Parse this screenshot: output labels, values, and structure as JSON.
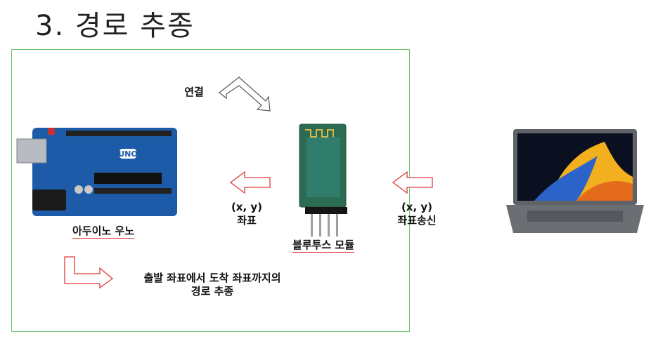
{
  "title": "3. 경로 추종",
  "labels": {
    "connect": "연결",
    "arduino": "아두이노 우노",
    "bluetooth": "블루투스 모듈",
    "coord_left_1": "(x, y)",
    "coord_left_2": "좌표",
    "coord_right_1": "(x, y)",
    "coord_right_2": "좌표송신",
    "path_1": "출발 좌표에서 도착 좌표까지의",
    "path_2": "경로 추종",
    "uno_logo": "UNO"
  },
  "colors": {
    "frame": "#6cc56c",
    "arrow_red": "#e23a3a",
    "board_blue": "#1d5ba8",
    "laptop_body": "#5f6368"
  }
}
